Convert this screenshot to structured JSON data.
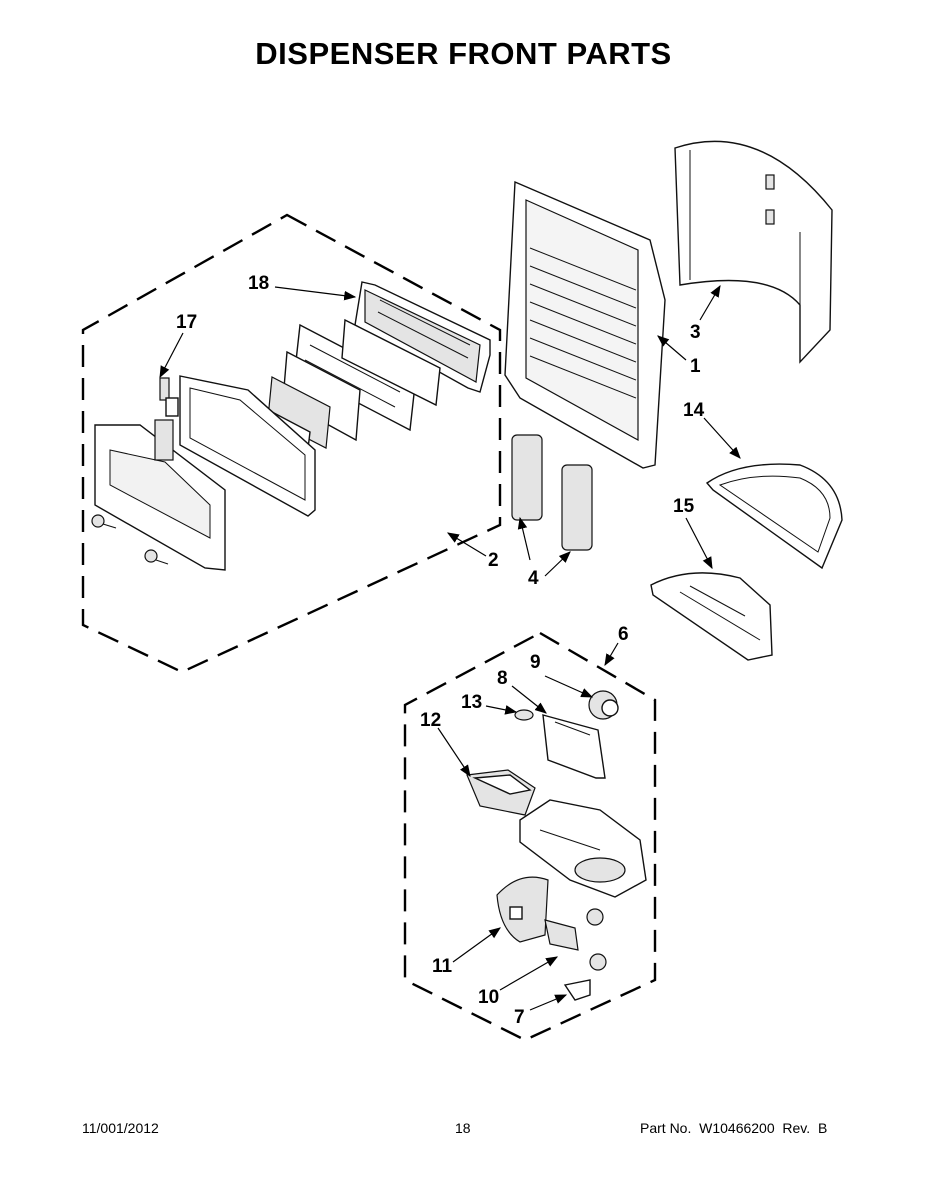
{
  "title": "DISPENSER FRONT PARTS",
  "footer": {
    "date": "11/001/2012",
    "page": "18",
    "part_number": "Part No.  W10466200  Rev.  B"
  },
  "callouts": {
    "c1": "1",
    "c2": "2",
    "c3": "3",
    "c4": "4",
    "c6": "6",
    "c7": "7",
    "c8": "8",
    "c9": "9",
    "c10": "10",
    "c11": "11",
    "c12": "12",
    "c13": "13",
    "c14": "14",
    "c15": "15",
    "c17": "17",
    "c18": "18"
  }
}
